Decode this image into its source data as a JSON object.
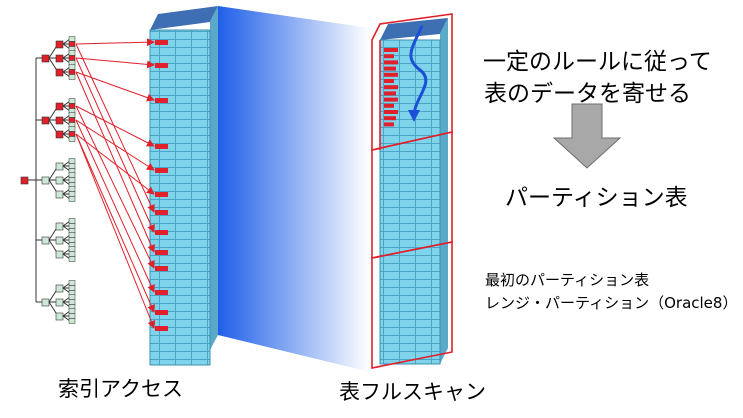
{
  "heading": {
    "line1": "一定のルールに従って",
    "line2": "表のデータを寄せる"
  },
  "result_label": "パーティション表",
  "note": {
    "line1": "最初のパーティション表",
    "line2": "レンジ・パーティション（Oracle8）"
  },
  "captions": {
    "index_access": "索引アクセス",
    "full_scan": "表フルスキャン"
  },
  "colors": {
    "table_cell": "#7fd3ea",
    "table_header": "#3f6fb3",
    "highlight_row": "#e0202a",
    "index_node_root": "#e0202a",
    "index_node_leaf": "#cde8d6",
    "arrow": "#e0202a",
    "partition_border": "#e0202a",
    "scan_arrow": "#1a4fd6",
    "beam_dark": "#1f5fe8",
    "beam_light": "#ffffff",
    "down_arrow": "#a8a8a8"
  },
  "icons": {
    "down_arrow": "down-arrow-icon",
    "scan_arrow": "scan-arrow-icon"
  }
}
